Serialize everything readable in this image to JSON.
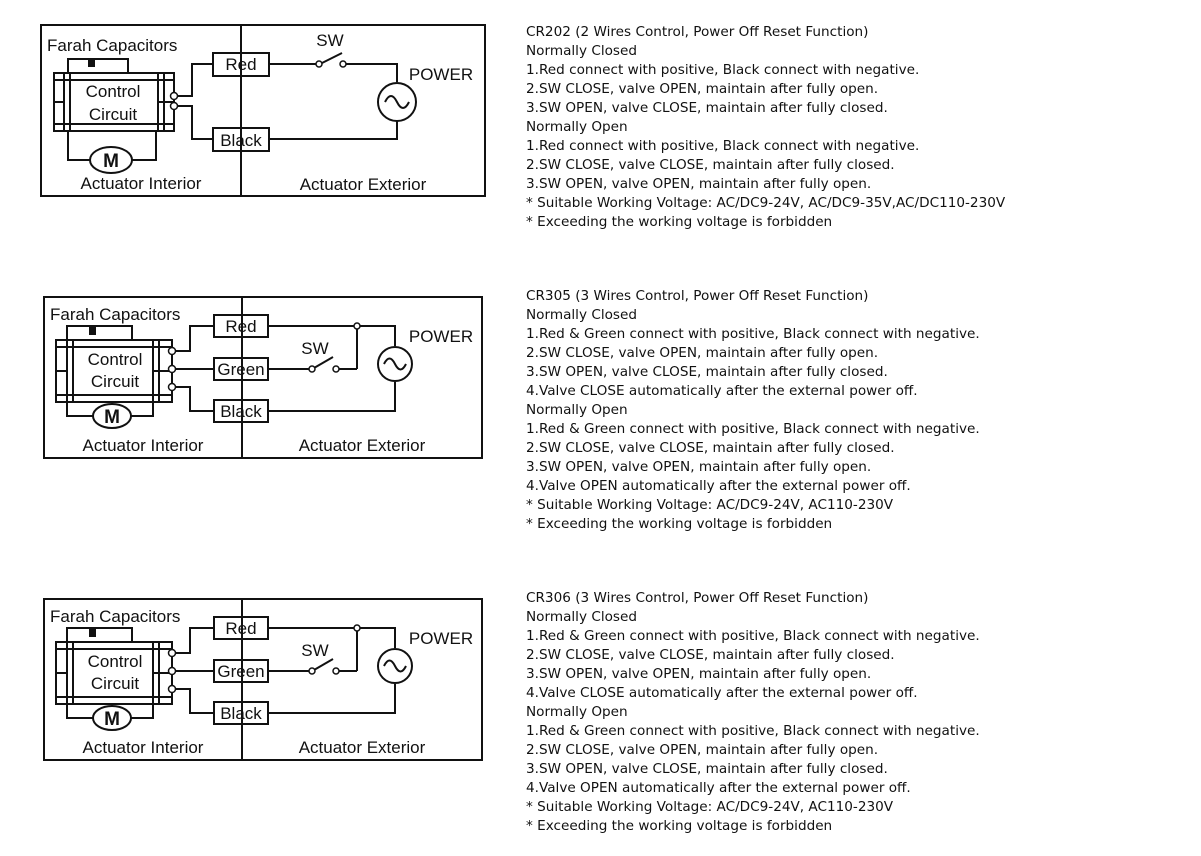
{
  "colors": {
    "ink": "#111111",
    "background": "#ffffff"
  },
  "icons": {
    "motor": "motor-icon",
    "power": "ac-power-source-icon",
    "switch": "switch-icon"
  },
  "diagrams": [
    {
      "capacitors_label": "Farah Capacitors",
      "control_label": "Control",
      "circuit_label": "Circuit",
      "motor_label": "M",
      "interior_label": "Actuator Interior",
      "exterior_label": "Actuator Exterior",
      "switch_label": "SW",
      "power_label": "POWER",
      "wires": {
        "red": "Red",
        "black": "Black"
      }
    },
    {
      "capacitors_label": "Farah Capacitors",
      "control_label": "Control",
      "circuit_label": "Circuit",
      "motor_label": "M",
      "interior_label": "Actuator Interior",
      "exterior_label": "Actuator Exterior",
      "switch_label": "SW",
      "power_label": "POWER",
      "wires": {
        "red": "Red",
        "green": "Green",
        "black": "Black"
      }
    },
    {
      "capacitors_label": "Farah Capacitors",
      "control_label": "Control",
      "circuit_label": "Circuit",
      "motor_label": "M",
      "interior_label": "Actuator Interior",
      "exterior_label": "Actuator Exterior",
      "switch_label": "SW",
      "power_label": "POWER",
      "wires": {
        "red": "Red",
        "green": "Green",
        "black": "Black"
      }
    }
  ],
  "descriptions": [
    {
      "lines": [
        "CR202 (2 Wires Control, Power Off Reset Function)",
        "Normally Closed",
        "1.Red connect with positive, Black connect with negative.",
        "2.SW CLOSE, valve OPEN, maintain after fully open.",
        "3.SW OPEN, valve CLOSE, maintain after fully closed.",
        "Normally Open",
        "1.Red connect with positive, Black connect with negative.",
        "2.SW CLOSE, valve CLOSE, maintain after fully closed.",
        "3.SW OPEN, valve OPEN, maintain after fully open.",
        "* Suitable Working Voltage: AC/DC9-24V, AC/DC9-35V,AC/DC110-230V",
        "* Exceeding the working voltage is forbidden"
      ]
    },
    {
      "lines": [
        "CR305 (3 Wires Control, Power Off Reset Function)",
        "Normally Closed",
        "1.Red & Green connect with positive, Black connect with negative.",
        "2.SW CLOSE, valve OPEN, maintain after fully open.",
        "3.SW OPEN, valve CLOSE, maintain after fully closed.",
        "4.Valve CLOSE automatically after the external power off.",
        "Normally Open",
        "1.Red & Green connect with positive, Black connect with negative.",
        "2.SW CLOSE, valve CLOSE, maintain after fully closed.",
        "3.SW OPEN, valve OPEN, maintain after fully open.",
        "4.Valve OPEN automatically after the external power off.",
        "* Suitable Working Voltage: AC/DC9-24V, AC110-230V",
        "* Exceeding the working voltage is forbidden"
      ]
    },
    {
      "lines": [
        "CR306 (3 Wires Control, Power Off Reset Function)",
        "Normally Closed",
        "1.Red & Green connect with positive, Black connect with negative.",
        "2.SW CLOSE, valve CLOSE, maintain after fully closed.",
        "3.SW OPEN, valve OPEN, maintain after fully open.",
        "4.Valve CLOSE automatically after the external power off.",
        "Normally Open",
        "1.Red & Green connect with positive, Black connect with negative.",
        "2.SW CLOSE, valve OPEN, maintain after fully open.",
        "3.SW OPEN, valve CLOSE, maintain after fully closed.",
        "4.Valve OPEN automatically after the external power off.",
        "* Suitable Working Voltage: AC/DC9-24V, AC110-230V",
        "* Exceeding the working voltage is forbidden"
      ]
    }
  ]
}
